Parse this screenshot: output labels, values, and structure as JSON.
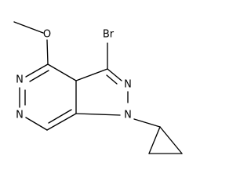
{
  "molecule": {
    "atoms": {
      "bromine": "Br",
      "methoxy_oxygen": "O",
      "pyrazole_n2": "N",
      "pyrazole_n1": "N",
      "pyridazine_n5": "N",
      "pyridazine_n6": "N"
    },
    "colors": {
      "bond": "#000000",
      "label": "#000000",
      "background": "#ffffff"
    }
  }
}
